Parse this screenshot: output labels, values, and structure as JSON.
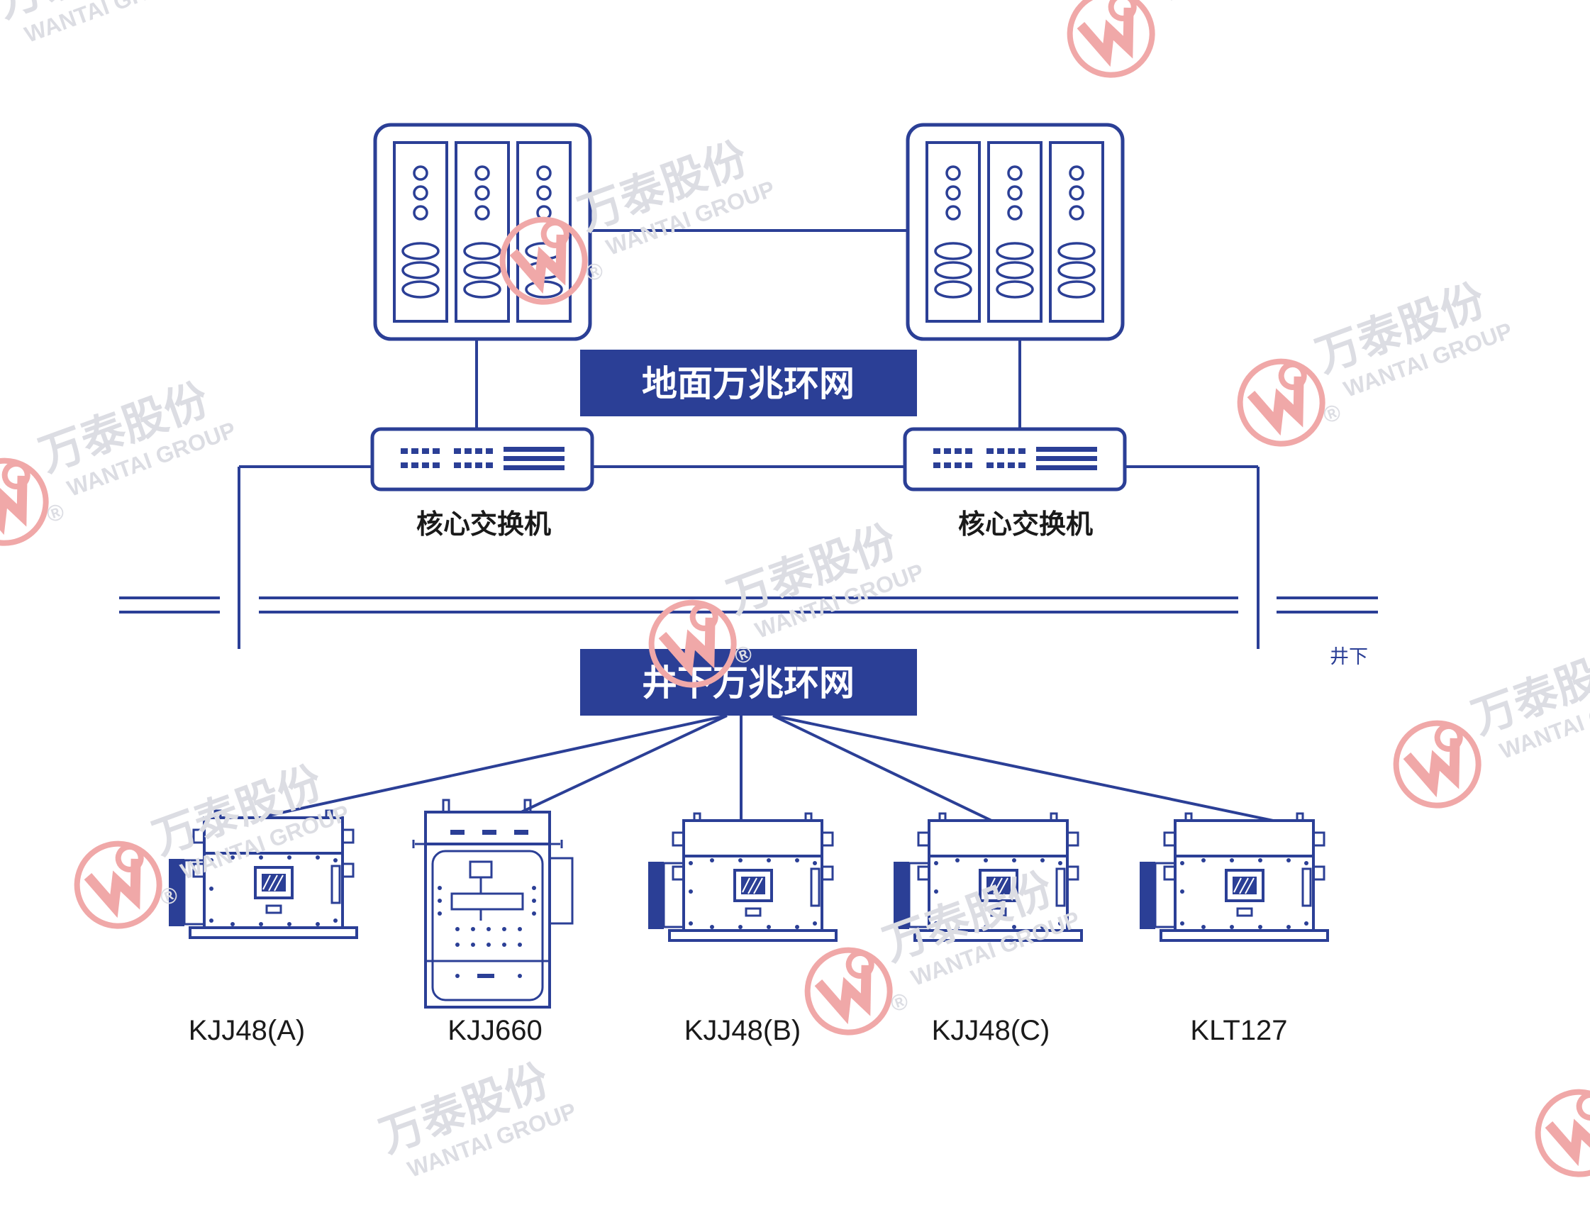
{
  "colors": {
    "primary": "#2b3f96",
    "banner_fill": "#2b3f96",
    "text": "#1a1a1a",
    "watermark_text": "#dcdde3",
    "watermark_logo": "#f0a8a8"
  },
  "surface_network": {
    "label": "地面万兆环网"
  },
  "underground_network": {
    "label": "井下万兆环网"
  },
  "core_switches": [
    {
      "label": "核心交换机"
    },
    {
      "label": "核心交换机"
    }
  ],
  "zone": {
    "label": "井下"
  },
  "devices": [
    {
      "label": "KJJ48(A)"
    },
    {
      "label": "KJJ660"
    },
    {
      "label": "KJJ48(B)"
    },
    {
      "label": "KJJ48(C)"
    },
    {
      "label": "KLT127"
    }
  ],
  "watermark": {
    "brand_cn": "万泰股份",
    "brand_en": "WANTAI GROUP",
    "registered_mark": "®",
    "logo_icon": "wantai-logo-icon"
  }
}
